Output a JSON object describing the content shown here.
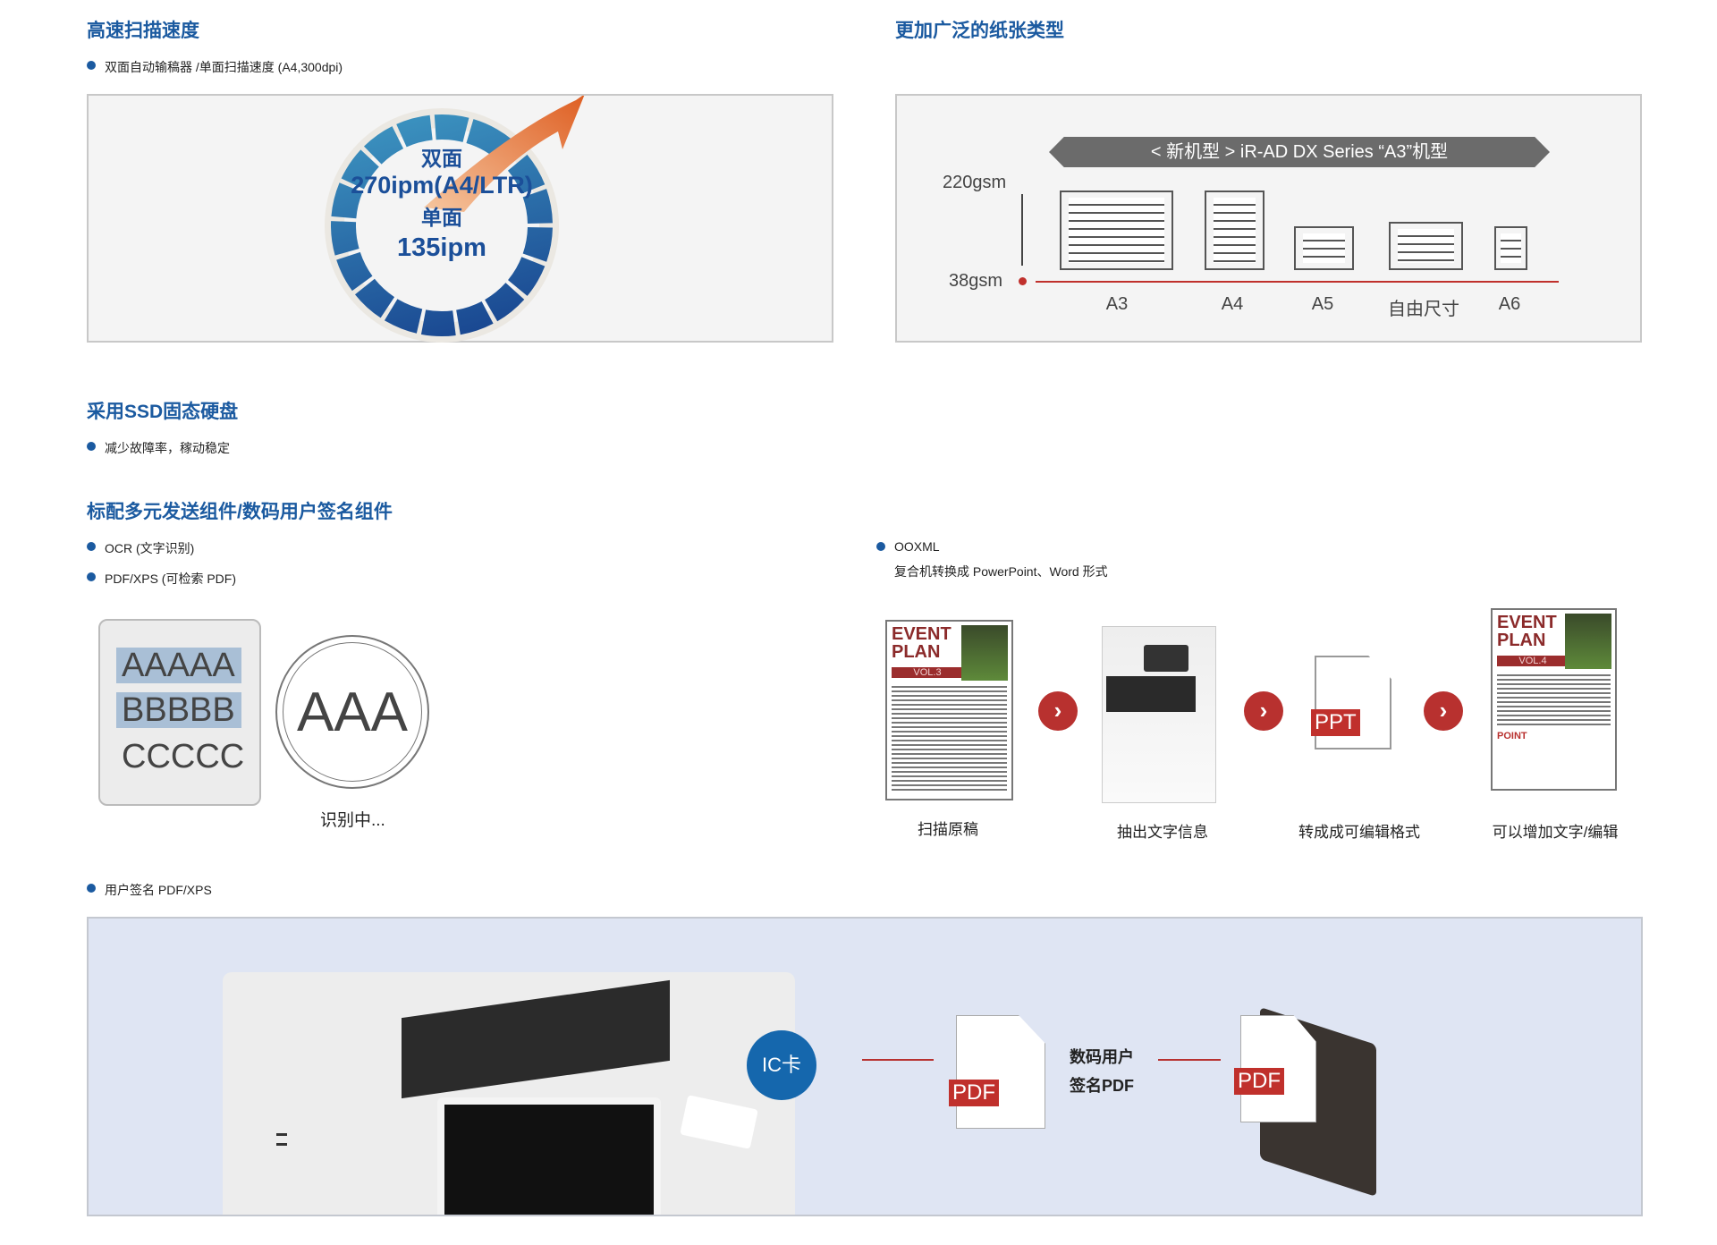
{
  "sections": {
    "speed": {
      "title": "高速扫描速度",
      "bullet": "双面自动输稿器 /单面扫描速度 (A4,300dpi)",
      "duplex_label": "双面",
      "duplex_speed": "270ipm(A4/LTR)",
      "simplex_label": "单面",
      "simplex_speed": "135ipm"
    },
    "paper": {
      "title": "更加广泛的纸张类型",
      "banner": "< 新机型 > iR-AD DX Series “A3”机型",
      "max_weight": "220gsm",
      "min_weight": "38gsm",
      "sizes": [
        "A3",
        "A4",
        "A5",
        "自由尺寸",
        "A6"
      ]
    },
    "ssd": {
      "title": "采用SSD固态硬盘",
      "bullet": "减少故障率，稼动稳定"
    },
    "send": {
      "title": "标配多元发送组件/数码用户签名组件",
      "bullets": [
        "OCR (文字识别)",
        "PDF/XPS (可检索 PDF)"
      ],
      "ocr": {
        "rows": [
          "AAAAA",
          "BBBBB",
          "CCCCC"
        ],
        "bubble": "AAA",
        "caption": "识别中..."
      },
      "ooxml": {
        "bullet": "OOXML",
        "desc": "复合机转换成 PowerPoint、Word 形式",
        "doc_title": [
          "EVENT",
          "PLAN"
        ],
        "doc_vol": "VOL.3",
        "doc_vol2": "VOL.4",
        "doc_point": "POINT",
        "ppt": "PPT",
        "steps": [
          "扫描原稿",
          "抽出文字信息",
          "转成成可编辑格式",
          "可以增加文字/编辑"
        ]
      },
      "signature": {
        "bullet": "用户签名 PDF/XPS",
        "ic_card": "IC卡",
        "pdf": "PDF",
        "label_line1": "数码用户",
        "label_line2": "签名PDF"
      }
    }
  },
  "colors": {
    "accent": "#1b5aa0",
    "red": "#b8312f",
    "orange": "#e0652a",
    "sig_bg": "#dfe5f3"
  }
}
